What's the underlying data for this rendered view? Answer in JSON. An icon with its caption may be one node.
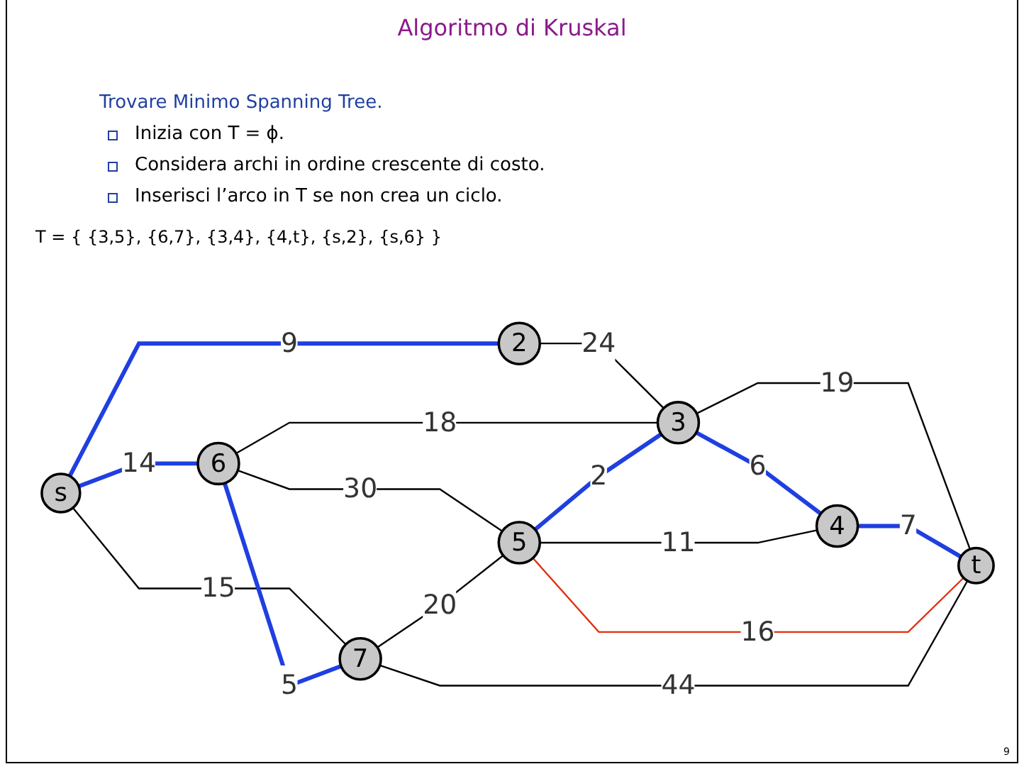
{
  "diagram": {
    "title": "Algoritmo di Kruskal",
    "nodes": [
      {
        "text": [
          "2"
        ]
      },
      {
        "text": [
          "3"
        ]
      },
      {
        "text": [
          "s"
        ]
      },
      {
        "text": [
          "6"
        ]
      },
      {
        "text": [
          "4"
        ]
      },
      {
        "text": [
          "5"
        ]
      },
      {
        "text": [
          "t"
        ]
      },
      {
        "text": [
          "7"
        ]
      }
    ],
    "edges": [
      {
        "from": 2,
        "to": 0,
        "arrow": "none",
        "label": "9",
        "style": "thick",
        "color": "#1f3fe0"
      },
      {
        "from": 0,
        "to": 1,
        "arrow": "none",
        "label": "24"
      },
      {
        "from": 2,
        "to": 3,
        "arrow": "none",
        "label": "14",
        "style": "thick",
        "color": "#1f3fe0"
      },
      {
        "from": 3,
        "to": 1,
        "arrow": "none",
        "label": "18"
      },
      {
        "from": 5,
        "to": 1,
        "arrow": "none",
        "label": "2",
        "style": "thick",
        "color": "#1f3fe0"
      },
      {
        "from": 1,
        "to": 4,
        "arrow": "none",
        "label": "6",
        "style": "thick",
        "color": "#1f3fe0"
      },
      {
        "from": 1,
        "to": 6,
        "arrow": "none",
        "label": "19"
      },
      {
        "from": 3,
        "to": 5,
        "arrow": "none",
        "label": "30"
      },
      {
        "from": 5,
        "to": 4,
        "arrow": "none",
        "label": "11"
      },
      {
        "from": 2,
        "to": 7,
        "arrow": "none",
        "label": "15"
      },
      {
        "from": 3,
        "to": 7,
        "arrow": "none",
        "label": "5",
        "style": "thick",
        "color": "#1f3fe0"
      },
      {
        "from": 4,
        "to": 6,
        "arrow": "none",
        "label": "7",
        "style": "thick",
        "color": "#1f3fe0"
      },
      {
        "from": 7,
        "to": 5,
        "arrow": "none",
        "label": "20"
      },
      {
        "from": 5,
        "to": 6,
        "arrow": "none",
        "label": "16",
        "color": "#e03010"
      },
      {
        "from": 7,
        "to": 6,
        "arrow": "none",
        "label": "44"
      }
    ],
    "labels": [
      "Trovare Minimo Spanning Tree.",
      "Inizia con T = ϕ.",
      "Considera archi in ordine crescente di costo.",
      "Inserisci l’arco in T se non crea un ciclo.",
      "T = { {3,5}, {6,7}, {3,4}, {4,t}, {s,2}, {s,6} }",
      "9"
    ]
  }
}
